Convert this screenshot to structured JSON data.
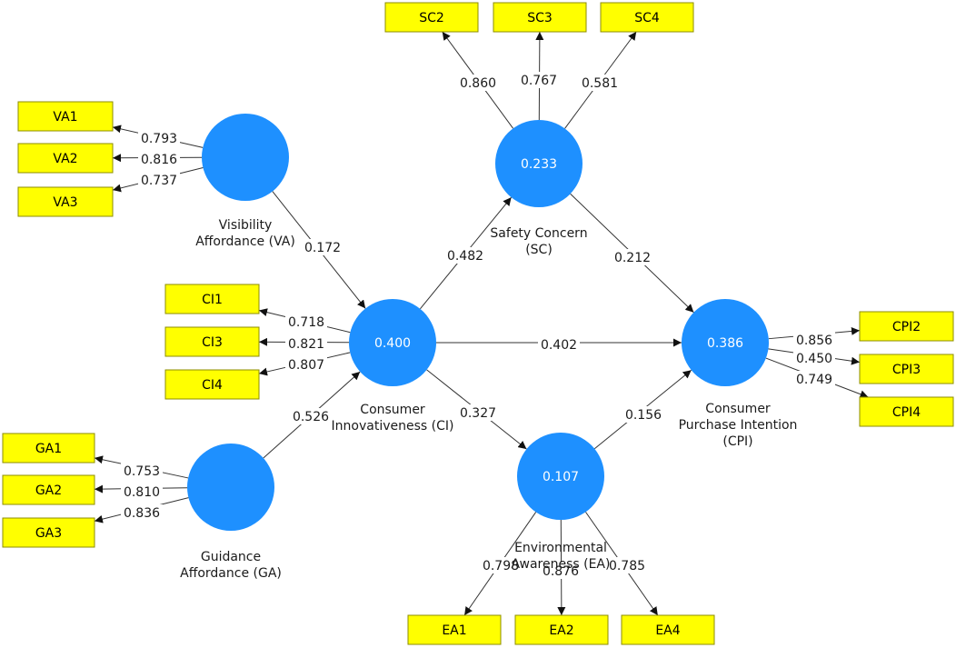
{
  "constructs": [
    {
      "id": "VA",
      "r2": "",
      "label": [
        "Visibility",
        "Affordance (VA)"
      ]
    },
    {
      "id": "GA",
      "r2": "",
      "label": [
        "Guidance",
        "Affordance (GA)"
      ]
    },
    {
      "id": "CI",
      "r2": "0.400",
      "label": [
        "Consumer",
        "Innovativeness (CI)"
      ]
    },
    {
      "id": "SC",
      "r2": "0.233",
      "label": [
        "Safety Concern",
        "(SC)"
      ]
    },
    {
      "id": "EA",
      "r2": "0.107",
      "label": [
        "Environmental",
        "Awareness (EA)"
      ]
    },
    {
      "id": "CPI",
      "r2": "0.386",
      "label": [
        "Consumer",
        "Purchase Intention",
        "(CPI)"
      ]
    }
  ],
  "indicators": [
    {
      "id": "VA1",
      "construct": "VA",
      "loading": "0.793"
    },
    {
      "id": "VA2",
      "construct": "VA",
      "loading": "0.816"
    },
    {
      "id": "VA3",
      "construct": "VA",
      "loading": "0.737"
    },
    {
      "id": "GA1",
      "construct": "GA",
      "loading": "0.753"
    },
    {
      "id": "GA2",
      "construct": "GA",
      "loading": "0.810"
    },
    {
      "id": "GA3",
      "construct": "GA",
      "loading": "0.836"
    },
    {
      "id": "CI1",
      "construct": "CI",
      "loading": "0.718"
    },
    {
      "id": "CI3",
      "construct": "CI",
      "loading": "0.821"
    },
    {
      "id": "CI4",
      "construct": "CI",
      "loading": "0.807"
    },
    {
      "id": "SC2",
      "construct": "SC",
      "loading": "0.860"
    },
    {
      "id": "SC3",
      "construct": "SC",
      "loading": "0.767"
    },
    {
      "id": "SC4",
      "construct": "SC",
      "loading": "0.581"
    },
    {
      "id": "EA1",
      "construct": "EA",
      "loading": "0.798"
    },
    {
      "id": "EA2",
      "construct": "EA",
      "loading": "0.876"
    },
    {
      "id": "EA4",
      "construct": "EA",
      "loading": "0.785"
    },
    {
      "id": "CPI2",
      "construct": "CPI",
      "loading": "0.856"
    },
    {
      "id": "CPI3",
      "construct": "CPI",
      "loading": "0.450"
    },
    {
      "id": "CPI4",
      "construct": "CPI",
      "loading": "0.749"
    }
  ],
  "paths": [
    {
      "from": "VA",
      "to": "CI",
      "coef": "0.172"
    },
    {
      "from": "GA",
      "to": "CI",
      "coef": "0.526"
    },
    {
      "from": "CI",
      "to": "SC",
      "coef": "0.482"
    },
    {
      "from": "CI",
      "to": "CPI",
      "coef": "0.402"
    },
    {
      "from": "CI",
      "to": "EA",
      "coef": "0.327"
    },
    {
      "from": "SC",
      "to": "CPI",
      "coef": "0.212"
    },
    {
      "from": "EA",
      "to": "CPI",
      "coef": "0.156"
    }
  ],
  "colors": {
    "construct": "#1e90ff",
    "indicator": "#ffff00"
  }
}
